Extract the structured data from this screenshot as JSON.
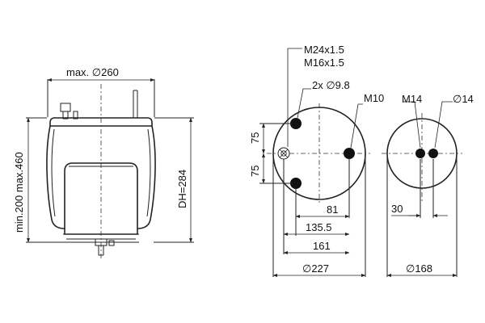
{
  "side_view": {
    "max_diameter": "max. ∅260",
    "height_range": "min.200 max.460",
    "design_height": "DH=284"
  },
  "top_plate": {
    "thread_1": "M24x1.5",
    "thread_2": "M16x1.5",
    "holes": "2x ∅9.8",
    "thread_3": "M10",
    "spacing_upper": "75",
    "spacing_lower": "75",
    "dim_81": "81",
    "dim_135_5": "135.5",
    "dim_161": "161",
    "diameter": "∅227"
  },
  "bottom_plate": {
    "thread": "M14",
    "hole": "∅14",
    "dim_30": "30",
    "diameter": "∅168"
  }
}
